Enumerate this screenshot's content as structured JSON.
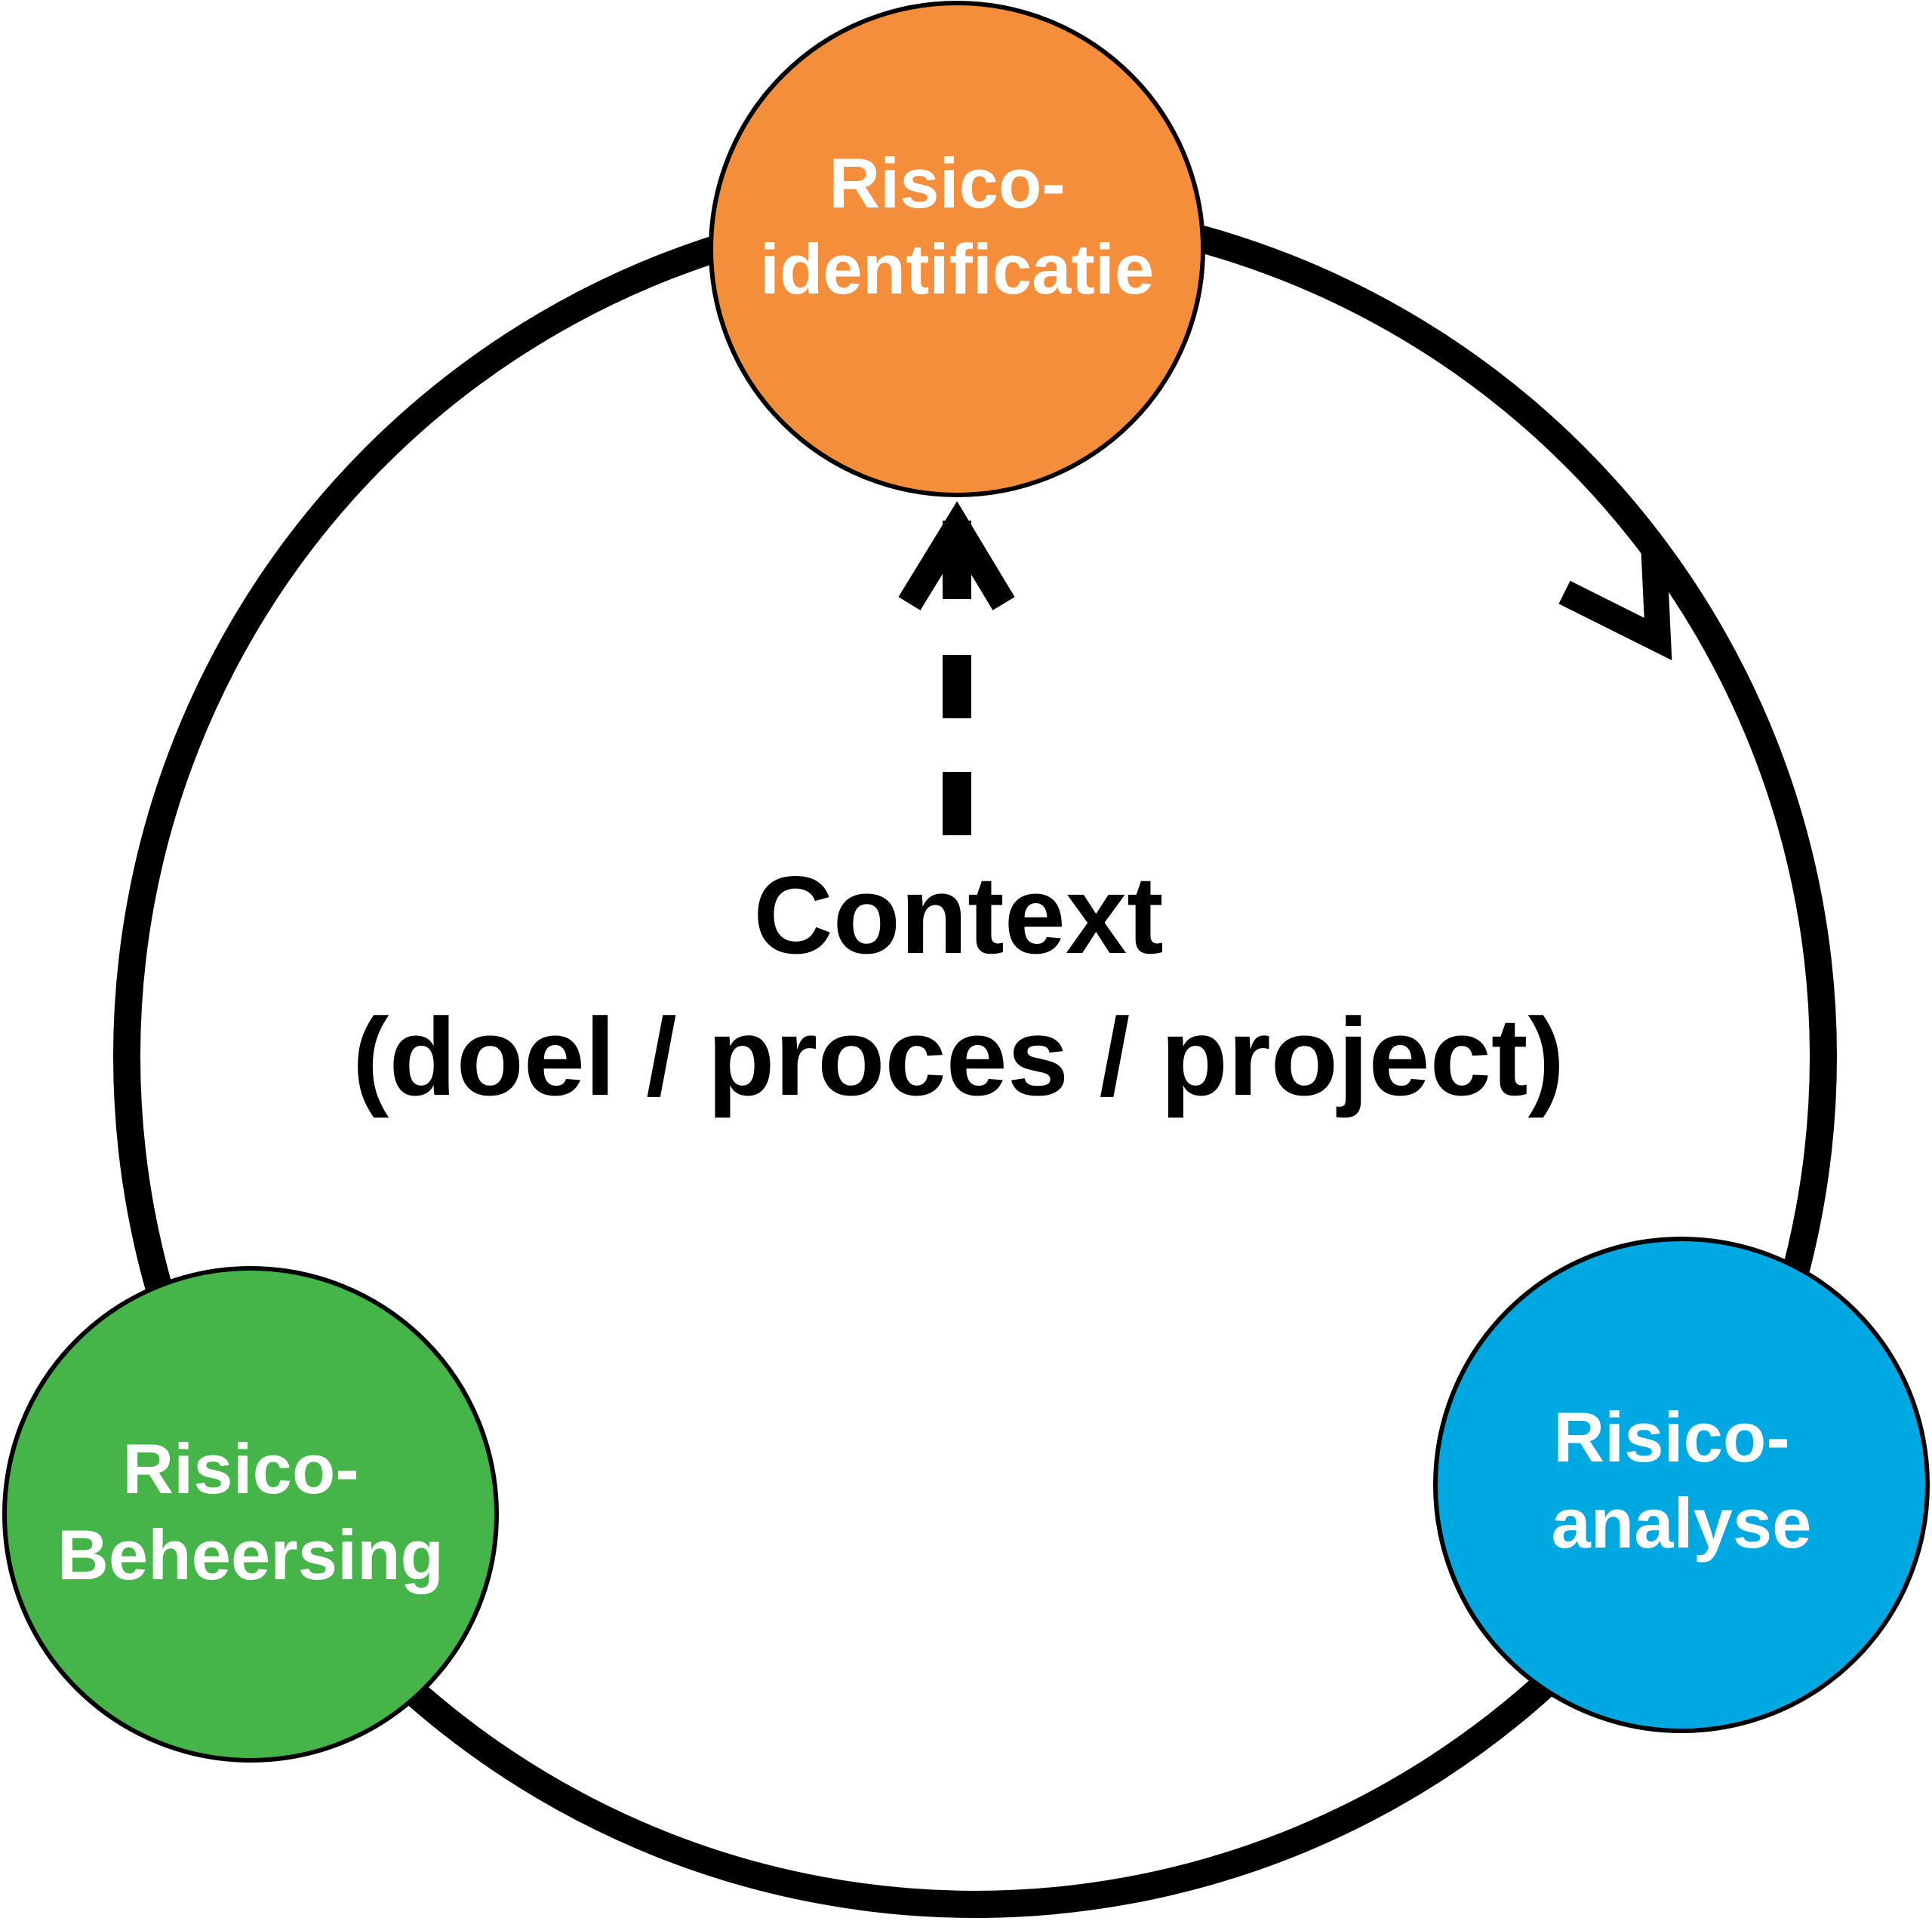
{
  "diagram": {
    "nodes": {
      "identification": {
        "line1": "Risico-",
        "line2": "identificatie",
        "color": "#F58E3B"
      },
      "analysis": {
        "line1": "Risico-",
        "line2": "analyse",
        "color": "#00A8E1"
      },
      "control": {
        "line1": "Risico-",
        "line2": "Beheersing",
        "color": "#45B54A"
      }
    },
    "context": {
      "title": "Context",
      "subtitle": "(doel / proces / project)"
    },
    "cycle_direction": "clockwise"
  }
}
